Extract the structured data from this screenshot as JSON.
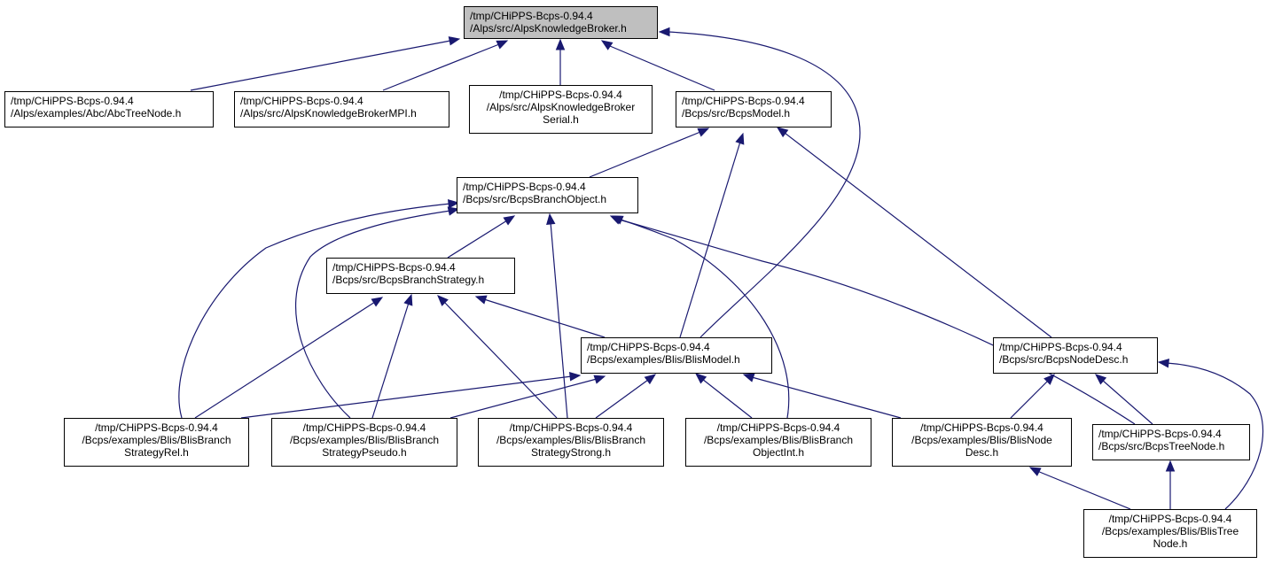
{
  "colors": {
    "edge": "#191970",
    "node_border": "#000000",
    "node_fill": "#ffffff",
    "focus_fill": "#bfbfbf"
  },
  "nodes": {
    "knowledge_broker": {
      "lines": [
        "/tmp/CHiPPS-Bcps-0.94.4",
        "/Alps/src/AlpsKnowledgeBroker.h"
      ]
    },
    "abc_tree_node": {
      "lines": [
        "/tmp/CHiPPS-Bcps-0.94.4",
        "/Alps/examples/Abc/AbcTreeNode.h"
      ]
    },
    "knowledge_broker_mpi": {
      "lines": [
        "/tmp/CHiPPS-Bcps-0.94.4",
        "/Alps/src/AlpsKnowledgeBrokerMPI.h"
      ]
    },
    "knowledge_broker_serial": {
      "lines": [
        "/tmp/CHiPPS-Bcps-0.94.4",
        "/Alps/src/AlpsKnowledgeBroker",
        "Serial.h"
      ]
    },
    "bcps_model": {
      "lines": [
        "/tmp/CHiPPS-Bcps-0.94.4",
        "/Bcps/src/BcpsModel.h"
      ]
    },
    "bcps_branch_object": {
      "lines": [
        "/tmp/CHiPPS-Bcps-0.94.4",
        "/Bcps/src/BcpsBranchObject.h"
      ]
    },
    "bcps_branch_strategy": {
      "lines": [
        "/tmp/CHiPPS-Bcps-0.94.4",
        "/Bcps/src/BcpsBranchStrategy.h"
      ]
    },
    "blis_model": {
      "lines": [
        "/tmp/CHiPPS-Bcps-0.94.4",
        "/Bcps/examples/Blis/BlisModel.h"
      ]
    },
    "bcps_node_desc": {
      "lines": [
        "/tmp/CHiPPS-Bcps-0.94.4",
        "/Bcps/src/BcpsNodeDesc.h"
      ]
    },
    "blis_strategy_rel": {
      "lines": [
        "/tmp/CHiPPS-Bcps-0.94.4",
        "/Bcps/examples/Blis/BlisBranch",
        "StrategyRel.h"
      ]
    },
    "blis_strategy_pseudo": {
      "lines": [
        "/tmp/CHiPPS-Bcps-0.94.4",
        "/Bcps/examples/Blis/BlisBranch",
        "StrategyPseudo.h"
      ]
    },
    "blis_strategy_strong": {
      "lines": [
        "/tmp/CHiPPS-Bcps-0.94.4",
        "/Bcps/examples/Blis/BlisBranch",
        "StrategyStrong.h"
      ]
    },
    "blis_object_int": {
      "lines": [
        "/tmp/CHiPPS-Bcps-0.94.4",
        "/Bcps/examples/Blis/BlisBranch",
        "ObjectInt.h"
      ]
    },
    "blis_node_desc": {
      "lines": [
        "/tmp/CHiPPS-Bcps-0.94.4",
        "/Bcps/examples/Blis/BlisNode",
        "Desc.h"
      ]
    },
    "bcps_tree_node": {
      "lines": [
        "/tmp/CHiPPS-Bcps-0.94.4",
        "/Bcps/src/BcpsTreeNode.h"
      ]
    },
    "blis_tree_node": {
      "lines": [
        "/tmp/CHiPPS-Bcps-0.94.4",
        "/Bcps/examples/Blis/BlisTree",
        "Node.h"
      ]
    }
  },
  "edges": [
    {
      "from": "abc_tree_node",
      "to": "knowledge_broker"
    },
    {
      "from": "knowledge_broker_mpi",
      "to": "knowledge_broker"
    },
    {
      "from": "knowledge_broker_serial",
      "to": "knowledge_broker"
    },
    {
      "from": "bcps_model",
      "to": "knowledge_broker"
    },
    {
      "from": "blis_model",
      "to": "knowledge_broker"
    },
    {
      "from": "bcps_branch_object",
      "to": "bcps_model"
    },
    {
      "from": "blis_model",
      "to": "bcps_model"
    },
    {
      "from": "bcps_node_desc",
      "to": "bcps_model"
    },
    {
      "from": "bcps_branch_strategy",
      "to": "bcps_branch_object"
    },
    {
      "from": "blis_strategy_rel",
      "to": "bcps_branch_object"
    },
    {
      "from": "blis_strategy_pseudo",
      "to": "bcps_branch_object"
    },
    {
      "from": "blis_strategy_strong",
      "to": "bcps_branch_object"
    },
    {
      "from": "blis_object_int",
      "to": "bcps_branch_object"
    },
    {
      "from": "bcps_tree_node",
      "to": "bcps_branch_object"
    },
    {
      "from": "blis_model",
      "to": "bcps_branch_strategy"
    },
    {
      "from": "blis_strategy_rel",
      "to": "bcps_branch_strategy"
    },
    {
      "from": "blis_strategy_pseudo",
      "to": "bcps_branch_strategy"
    },
    {
      "from": "blis_strategy_strong",
      "to": "bcps_branch_strategy"
    },
    {
      "from": "blis_strategy_rel",
      "to": "blis_model"
    },
    {
      "from": "blis_strategy_pseudo",
      "to": "blis_model"
    },
    {
      "from": "blis_strategy_strong",
      "to": "blis_model"
    },
    {
      "from": "blis_object_int",
      "to": "blis_model"
    },
    {
      "from": "blis_node_desc",
      "to": "blis_model"
    },
    {
      "from": "blis_node_desc",
      "to": "bcps_node_desc"
    },
    {
      "from": "bcps_tree_node",
      "to": "bcps_node_desc"
    },
    {
      "from": "blis_tree_node",
      "to": "bcps_node_desc"
    },
    {
      "from": "blis_tree_node",
      "to": "blis_node_desc"
    },
    {
      "from": "blis_tree_node",
      "to": "bcps_tree_node"
    }
  ]
}
